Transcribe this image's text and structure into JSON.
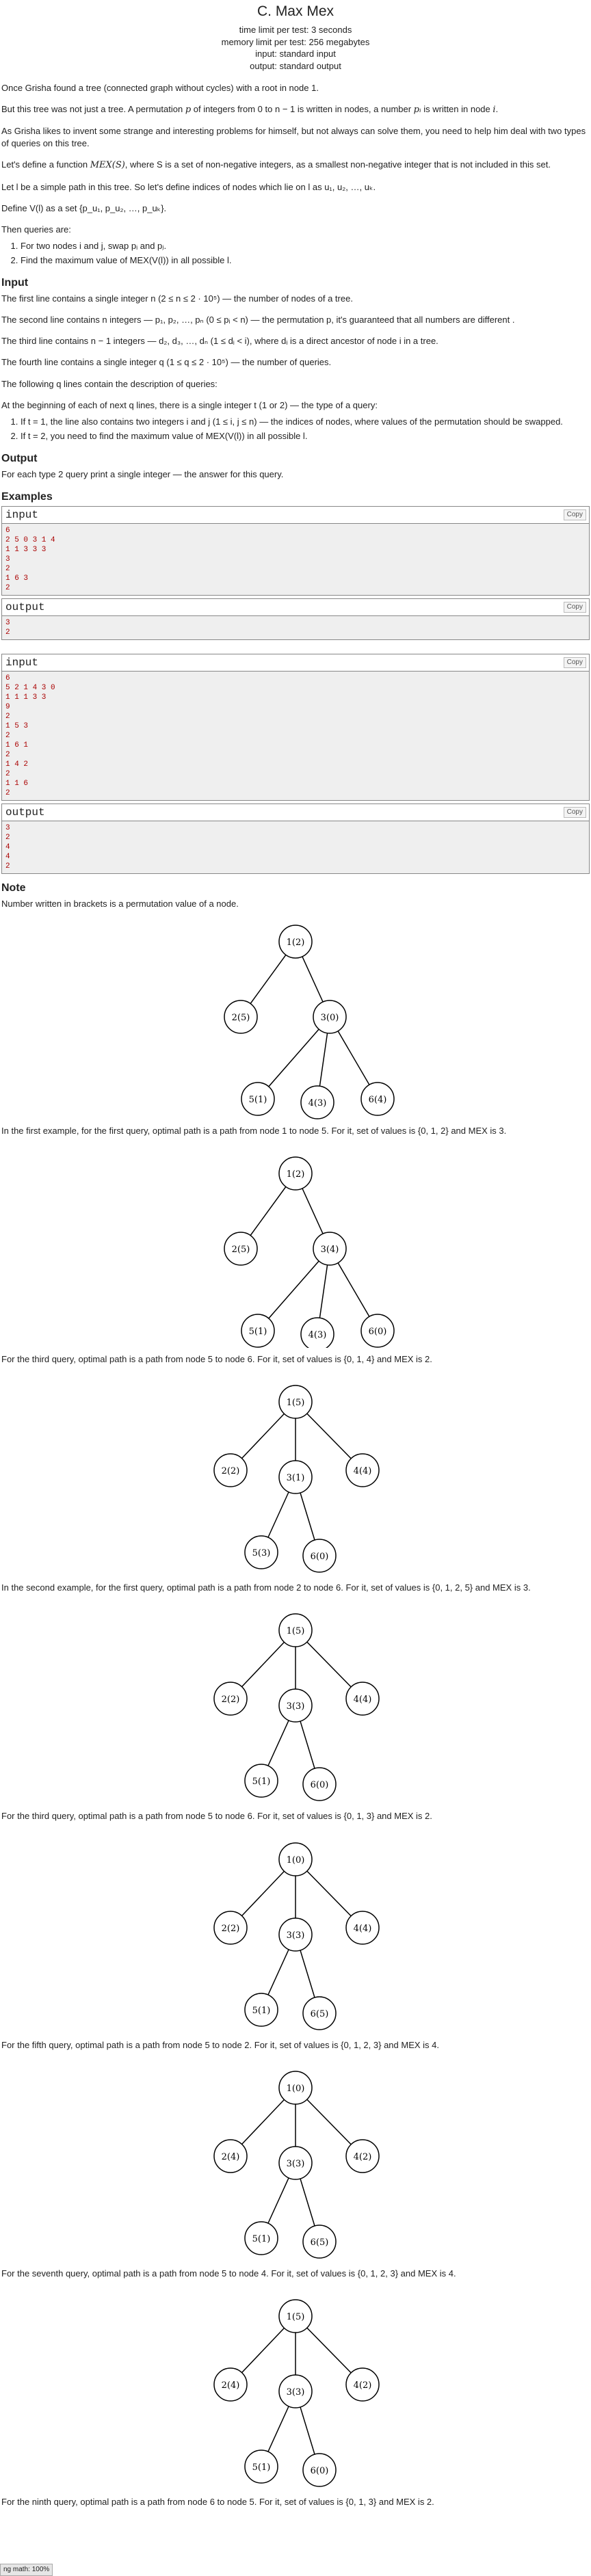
{
  "header": {
    "title": "C. Max Mex",
    "time_limit": "time limit per test: 3 seconds",
    "memory_limit": "memory limit per test: 256 megabytes",
    "input": "input: standard input",
    "output": "output: standard output"
  },
  "statement": {
    "p1": "Once Grisha found a tree (connected graph without cycles) with a root in node 1.",
    "p2a": "But this tree was not just a tree. A permutation ",
    "p2b": " of integers from 0 to n − 1 is written in nodes, a number ",
    "p2c": " is written in node ",
    "p3": "As Grisha likes to invent some strange and interesting problems for himself, but not always can solve them, you need to help him deal with two types of queries on this tree.",
    "p4a": "Let's define a function ",
    "p4b": ", where S is a set of non-negative integers, as a smallest non-negative integer that is not included in this set.",
    "p5": "Let l be a simple path in this tree. So let's define indices of nodes which lie on l as u₁, u₂, …, uₖ.",
    "p6": "Define V(l) as a set {p_u₁, p_u₂, …, p_uₖ}.",
    "p7": "Then queries are:",
    "q1": "For two nodes i and j, swap pᵢ and pⱼ.",
    "q2": "Find the maximum value of MEX(V(l)) in all possible l."
  },
  "input_section": {
    "title": "Input",
    "l1": "The first line contains a single integer n (2 ≤ n ≤ 2 · 10⁵) — the number of nodes of a tree.",
    "l2": "The second line contains n integers — p₁, p₂, …, pₙ (0 ≤ pᵢ < n) — the permutation p, it's guaranteed that all numbers are different .",
    "l3": "The third line contains n − 1 integers — d₂, d₃, …, dₙ (1 ≤ dᵢ < i), where dᵢ is a direct ancestor of node i in a tree.",
    "l4": "The fourth line contains a single integer q (1 ≤ q ≤ 2 · 10⁵) — the number of queries.",
    "l5": "The following q lines contain the description of queries:",
    "l6": "At the beginning of each of next q lines, there is a single integer t (1 or 2) — the type of a query:",
    "t1": "If t = 1, the line also contains two integers i and j (1 ≤ i, j ≤ n) — the indices of nodes, where values of the permutation should be swapped.",
    "t2": "If t = 2, you need to find the maximum value of MEX(V(l)) in all possible l."
  },
  "output_section": {
    "title": "Output",
    "l1": "For each type 2 query print a single integer — the answer for this query."
  },
  "examples": {
    "title": "Examples",
    "input_label": "input",
    "output_label": "output",
    "copy_label": "Copy",
    "ex1_input": "6\n2 5 0 3 1 4\n1 1 3 3 3\n3\n2\n1 6 3\n2",
    "ex1_output": "3\n2",
    "ex2_input": "6\n5 2 1 4 3 0\n1 1 1 3 3\n9\n2\n1 5 3\n2\n1 6 1\n2\n1 4 2\n2\n1 1 6\n2",
    "ex2_output": "3\n2\n4\n4\n2"
  },
  "note": {
    "title": "Note",
    "intro": "Number written in brackets is a permutation value of a node.",
    "c1": "In the first example, for the first query, optimal path is a path from node 1 to node 5. For it, set of values is {0, 1, 2} and MEX is 3.",
    "c2": "For the third query, optimal path is a path from node 5 to node 6. For it, set of values is {0, 1, 4} and MEX is 2.",
    "c3": "In the second example, for the first query, optimal path is a path from node 2 to node 6. For it, set of values is {0, 1, 2, 5} and MEX is 3.",
    "c4": "For the third query, optimal path is a path from node 5 to node 6. For it, set of values is {0, 1, 3} and MEX is 2.",
    "c5": "For the fifth query, optimal path is a path from node 5 to node 2. For it, set of values is {0, 1, 2, 3} and MEX is 4.",
    "c6": "For the seventh query, optimal path is a path from node 5 to node 4. For it, set of values is {0, 1, 2, 3} and MEX is 4.",
    "c7": "For the ninth query, optimal path is a path from node 6 to node 5. For it, set of values is {0, 1, 3} and MEX is 2."
  },
  "trees": [
    {
      "labels": [
        "1(2)",
        "2(5)",
        "3(0)",
        "5(1)",
        "4(3)",
        "6(4)"
      ],
      "edges": [
        [
          0,
          1
        ],
        [
          0,
          2
        ],
        [
          2,
          3
        ],
        [
          2,
          4
        ],
        [
          2,
          5
        ]
      ]
    },
    {
      "labels": [
        "1(2)",
        "2(5)",
        "3(4)",
        "5(1)",
        "4(3)",
        "6(0)"
      ],
      "edges": [
        [
          0,
          1
        ],
        [
          0,
          2
        ],
        [
          2,
          3
        ],
        [
          2,
          4
        ],
        [
          2,
          5
        ]
      ]
    },
    {
      "labels": [
        "1(5)",
        "2(2)",
        "3(1)",
        "4(4)",
        "5(3)",
        "6(0)"
      ],
      "edges": [
        [
          0,
          1
        ],
        [
          0,
          2
        ],
        [
          0,
          3
        ],
        [
          2,
          4
        ],
        [
          2,
          5
        ]
      ]
    },
    {
      "labels": [
        "1(5)",
        "2(2)",
        "3(3)",
        "4(4)",
        "5(1)",
        "6(0)"
      ],
      "edges": [
        [
          0,
          1
        ],
        [
          0,
          2
        ],
        [
          0,
          3
        ],
        [
          2,
          4
        ],
        [
          2,
          5
        ]
      ]
    },
    {
      "labels": [
        "1(0)",
        "2(2)",
        "3(3)",
        "4(4)",
        "5(1)",
        "6(5)"
      ],
      "edges": [
        [
          0,
          1
        ],
        [
          0,
          2
        ],
        [
          0,
          3
        ],
        [
          2,
          4
        ],
        [
          2,
          5
        ]
      ]
    },
    {
      "labels": [
        "1(0)",
        "2(4)",
        "3(3)",
        "4(2)",
        "5(1)",
        "6(5)"
      ],
      "edges": [
        [
          0,
          1
        ],
        [
          0,
          2
        ],
        [
          0,
          3
        ],
        [
          2,
          4
        ],
        [
          2,
          5
        ]
      ]
    },
    {
      "labels": [
        "1(5)",
        "2(4)",
        "3(3)",
        "4(2)",
        "5(1)",
        "6(0)"
      ],
      "edges": [
        [
          0,
          1
        ],
        [
          0,
          2
        ],
        [
          0,
          3
        ],
        [
          2,
          4
        ],
        [
          2,
          5
        ]
      ]
    }
  ],
  "status": "ng math: 100%"
}
